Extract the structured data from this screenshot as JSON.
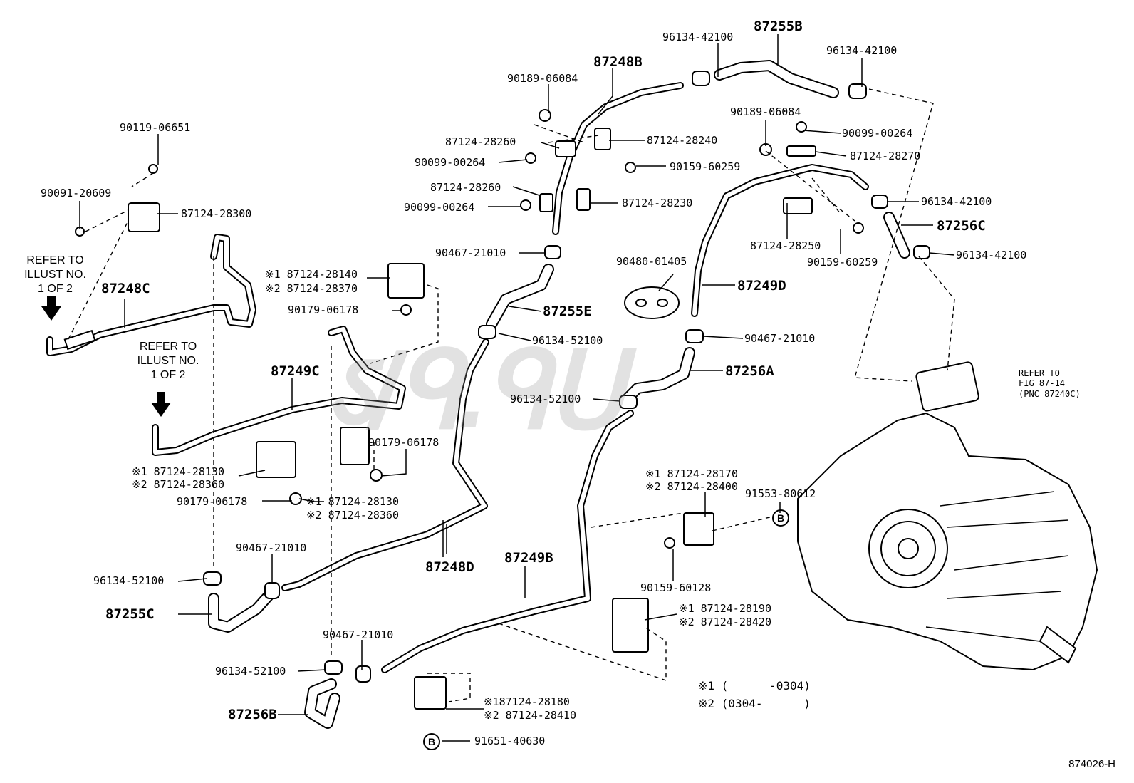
{
  "labels": {
    "p90119_06651": "90119-06651",
    "p90091_20609": "90091-20609",
    "p87124_28300": "87124-28300",
    "refer_left_1": "REFER TO\nILLUST NO.\n1 OF 2",
    "p87248C": "87248C",
    "refer_left_2": "REFER TO\nILLUST NO.\n1 OF 2",
    "p87249C": "87249C",
    "m1_87124_28140": "※1 87124-28140",
    "m2_87124_28370": "※2 87124-28370",
    "p90179_06178_a": "90179-06178",
    "m1_87124_28130_a": "※1 87124-28130",
    "m2_87124_28360_a": "※2 87124-28360",
    "p90179_06178_b": "90179-06178",
    "m1_87124_28130_b": "※1 87124-28130",
    "m2_87124_28360_b": "※2 87124-28360",
    "p90179_06178_c": "90179-06178",
    "p90467_21010_a": "90467-21010",
    "p96134_52100_a": "96134-52100",
    "p87255C": "87255C",
    "p90467_21010_b": "90467-21010",
    "p96134_52100_b": "96134-52100",
    "p87256B": "87256B",
    "m1_87124_28180": "※187124-28180",
    "m2_87124_28410": "※2 87124-28410",
    "p91651_40630": "91651-40630",
    "p90189_06084_a": "90189-06084",
    "p87248B": "87248B",
    "p87124_28260_a": "87124-28260",
    "p87124_28240": "87124-28240",
    "p90099_00264_a": "90099-00264",
    "p90159_60259_a": "90159-60259",
    "p87124_28260_b": "87124-28260",
    "p87124_28230": "87124-28230",
    "p90099_00264_b": "90099-00264",
    "p90467_21010_c": "90467-21010",
    "p87255E": "87255E",
    "p96134_52100_c": "96134-52100",
    "p87248D": "87248D",
    "p96134_52100_d": "96134-52100",
    "p87249B": "87249B",
    "p96134_42100_a": "96134-42100",
    "p87255B": "87255B",
    "p96134_42100_b": "96134-42100",
    "p90189_06084_b": "90189-06084",
    "p90099_00264_c": "90099-00264",
    "p87124_28270": "87124-28270",
    "p96134_42100_c": "96134-42100",
    "p87256C": "87256C",
    "p87124_28250": "87124-28250",
    "p96134_42100_d": "96134-42100",
    "p90159_60259_b": "90159-60259",
    "p90480_01405": "90480-01405",
    "p87249D": "87249D",
    "p90467_21010_d": "90467-21010",
    "p87256A": "87256A",
    "refer_fig": "REFER TO\nFIG 87-14\n(PNC 87240C)",
    "m1_87124_28170": "※1 87124-28170",
    "m2_87124_28400": "※2 87124-28400",
    "p91553_80612": "91553-80612",
    "p90159_60128": "90159-60128",
    "m1_87124_28190": "※1 87124-28190",
    "m2_87124_28420": "※2 87124-28420",
    "legend1": "※1 (      -0304)",
    "legend2": "※2 (0304-      )",
    "circle_b": "B",
    "footer": "874026-H"
  }
}
